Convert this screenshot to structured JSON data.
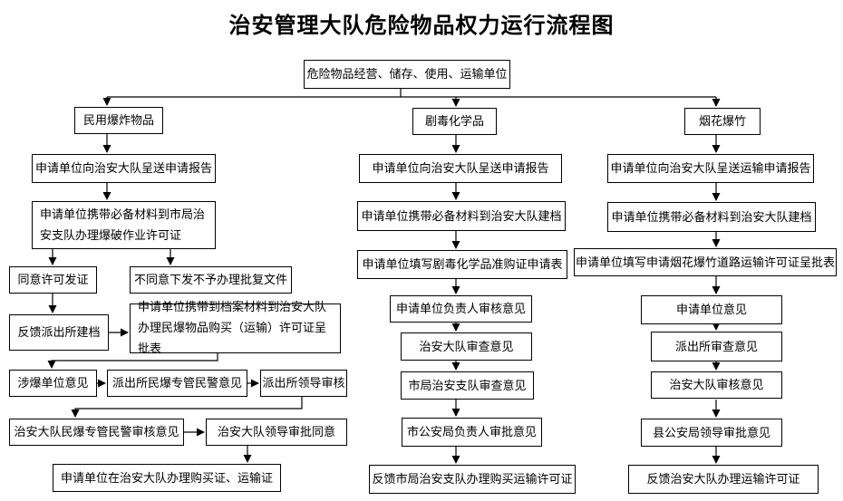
{
  "page_title": "治安管理大队危险物品权力运行流程图",
  "flowchart": {
    "root": "危险物品经营、储存、使用、运输单位",
    "explosives": {
      "header": "民用爆炸物品",
      "submit_report": "申请单位向治安大队呈送申请报告",
      "blasting_permit": "申请单位携带必备材料到市局治安支队办理爆破作业许可证",
      "agree_issue": "同意许可发证",
      "disagree_notice": "不同意下发不予办理批复文件",
      "feedback_station_file": "反馈派出所建档",
      "purchase_approval_form": "申请单位携带到档案材料到治安大队办理民爆物品购买（运输）许可证呈批表",
      "unit_opinion": "涉爆单位意见",
      "station_officer_opinion": "派出所民爆专管民警意见",
      "station_leader_review": "派出所领导审核",
      "brigade_officer_review": "治安大队民爆专管民警审核意见",
      "brigade_leader_approval": "治安大队领导审批同意",
      "issue_certificates": "申请单位在治安大队办理购买证、运输证"
    },
    "toxic_chemicals": {
      "header": "剧毒化学品",
      "submit_report": "申请单位向治安大队呈送申请报告",
      "file_materials": "申请单位携带必备材料到治安大队建档",
      "purchase_application_form": "申请单位填写剧毒化学品准购证申请表",
      "unit_head_opinion": "申请单位负责人审核意见",
      "brigade_review_opinion": "治安大队审查意见",
      "city_detachment_review": "市局治安支队审查意见",
      "city_bureau_head_approval": "市公安局负责人审批意见",
      "feedback_issue_permit": "反馈市局治安支队办理购买运输许可证"
    },
    "fireworks": {
      "header": "烟花爆竹",
      "submit_transport_report": "申请单位向治安大队呈送运输申请报告",
      "file_materials": "申请单位携带必备材料到治安大队建档",
      "transport_permit_form": "申请单位填写申请烟花爆竹道路运输许可证呈批表",
      "unit_opinion": "申请单位意见",
      "station_review_opinion": "派出所审查意见",
      "brigade_review_opinion": "治安大队审核意见",
      "county_bureau_leader_approval": "县公安局领导审批意见",
      "feedback_transport_permit": "反馈治安大队办理运输许可证"
    }
  }
}
